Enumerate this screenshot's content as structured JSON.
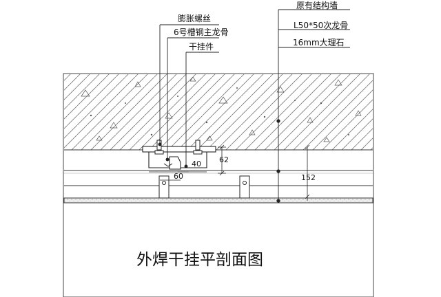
{
  "callouts_left": {
    "expansion_bolt": "膨胀螺丝",
    "channel_steel": "6号槽钢主龙骨",
    "hanger": "干挂件"
  },
  "callouts_right": {
    "wall": "原有结构墙",
    "secondary_keel": "L50*50次龙骨",
    "marble": "16mm大理石"
  },
  "dimensions": {
    "d40": "40",
    "d62": "62",
    "d60": "60",
    "d152": "152"
  },
  "title": "外焊干挂平剖面图"
}
